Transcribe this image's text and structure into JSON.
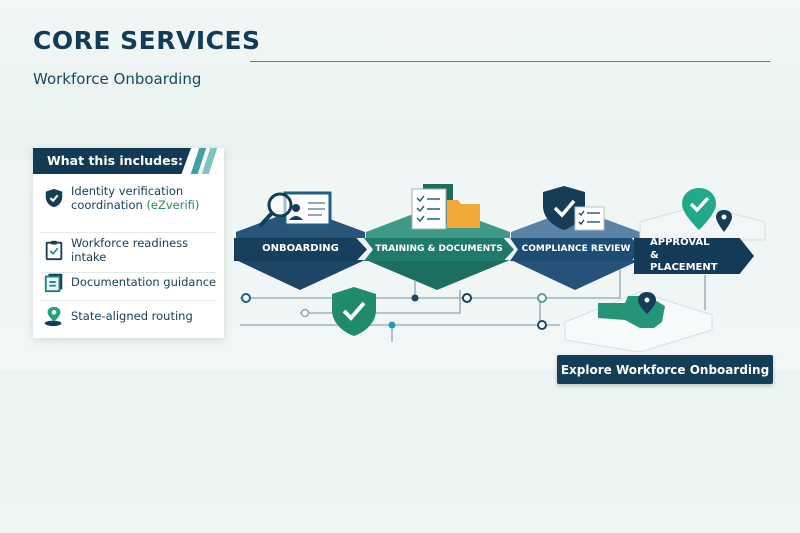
{
  "header": {
    "title": "CORE SERVICES",
    "subtitle": "Workforce Onboarding"
  },
  "includes": {
    "heading": "What this includes:",
    "items": [
      {
        "label": "Identity verification coordination",
        "highlight": "(eZverifi)",
        "icon": "shield-check-icon"
      },
      {
        "label": "Workforce readiness intake",
        "icon": "clipboard-check-icon"
      },
      {
        "label": "Documentation guidance",
        "icon": "document-icon"
      },
      {
        "label": "State-aligned routing",
        "icon": "map-pin-icon"
      }
    ]
  },
  "pipeline": {
    "steps": [
      {
        "label": "ONBOARDING",
        "color": "#163f5e"
      },
      {
        "label": "TRAINING & DOCUMENTS",
        "color": "#1f7a6c"
      },
      {
        "label": "COMPLIANCE REVIEW",
        "color": "#1e4d74"
      },
      {
        "label": "APPROVAL & PLACEMENT",
        "color": "#133a57"
      }
    ]
  },
  "cta": {
    "label": "Explore Workforce Onboarding"
  }
}
